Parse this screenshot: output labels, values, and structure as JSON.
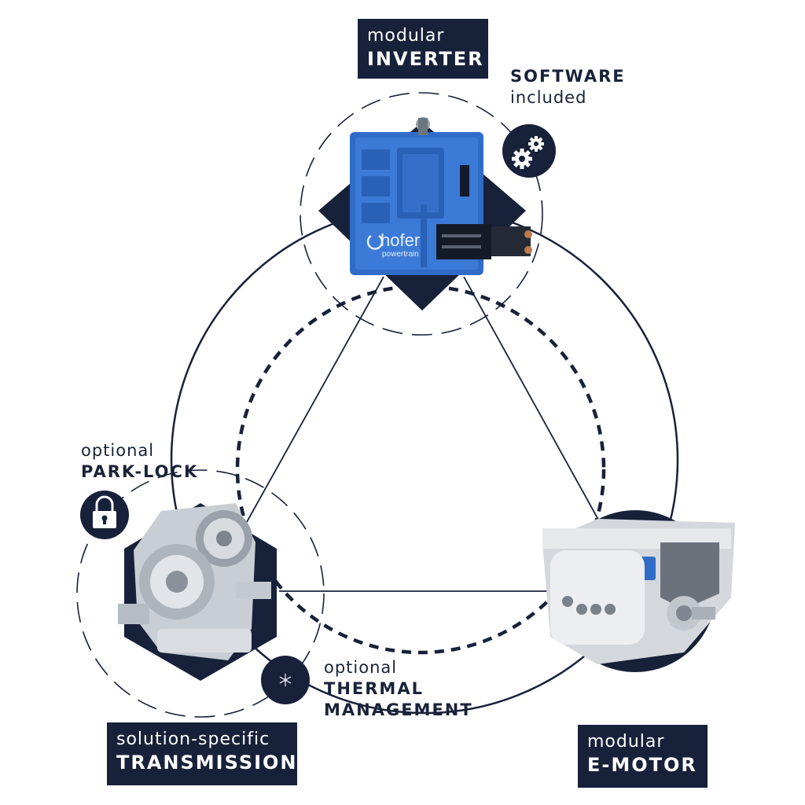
{
  "colors": {
    "navy": "#18213a",
    "inverter_blue": "#2f6cc8",
    "metal_light": "#dfe3e8",
    "white": "#ffffff"
  },
  "components": {
    "inverter": {
      "sub": "modular",
      "main": "INVERTER"
    },
    "transmission": {
      "sub": "solution-specific",
      "main": "TRANSMISSION"
    },
    "emotor": {
      "sub": "modular",
      "main": "E-MOTOR"
    }
  },
  "options": {
    "software": {
      "main": "SOFTWARE",
      "sub": "included",
      "icon": "gears-icon"
    },
    "parklock": {
      "sub": "optional",
      "main": "PARK-LOCK",
      "icon": "padlock-icon"
    },
    "thermal": {
      "sub": "optional",
      "main": "THERMAL MANAGEMENT",
      "icon": "snowflake-icon"
    }
  },
  "inverter_logo": {
    "brand": "hofer",
    "tagline": "powertrain"
  }
}
